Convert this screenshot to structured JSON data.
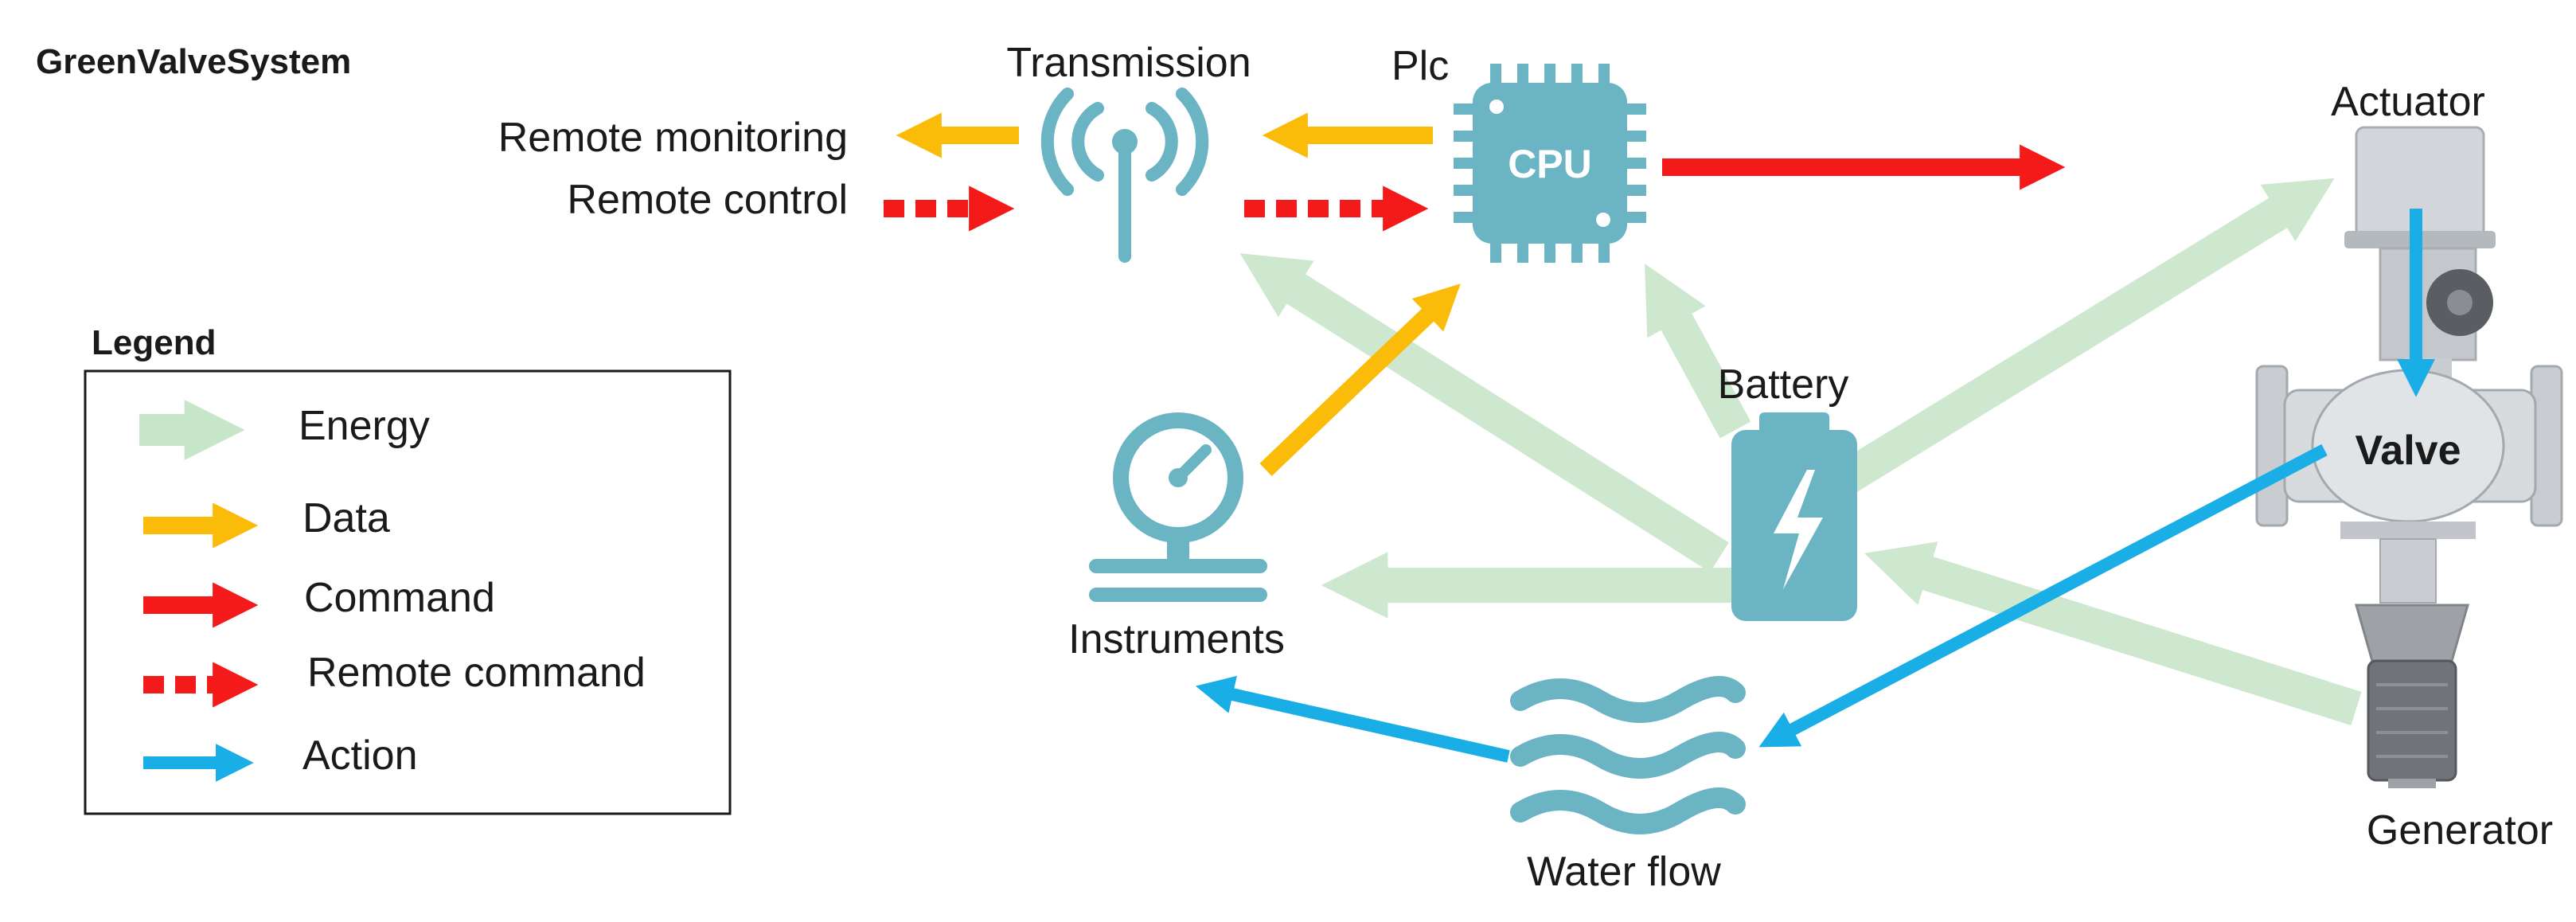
{
  "title": "GreenValveSystem",
  "colors": {
    "energy": "#c8e6c9",
    "data": "#fbbc09",
    "command": "#f41a1a",
    "action": "#1aaee6",
    "icon": "#6ab4c4"
  },
  "nodes": {
    "transmission": "Transmission",
    "plc": "Plc",
    "cpu": "CPU",
    "actuator": "Actuator",
    "valve": "Valve",
    "battery": "Battery",
    "instruments": "Instruments",
    "water_flow": "Water flow",
    "generator": "Generator",
    "remote_monitoring": "Remote monitoring",
    "remote_control": "Remote control"
  },
  "icons": {
    "antenna": "antenna-icon",
    "cpu": "cpu-chip-icon",
    "battery": "battery-icon",
    "gauge": "pressure-gauge-icon",
    "water": "water-waves-icon"
  },
  "legend": {
    "title": "Legend",
    "items": [
      {
        "label": "Energy",
        "kind": "energy"
      },
      {
        "label": "Data",
        "kind": "data"
      },
      {
        "label": "Command",
        "kind": "command"
      },
      {
        "label": "Remote command",
        "kind": "remote-command"
      },
      {
        "label": "Action",
        "kind": "action"
      }
    ]
  }
}
